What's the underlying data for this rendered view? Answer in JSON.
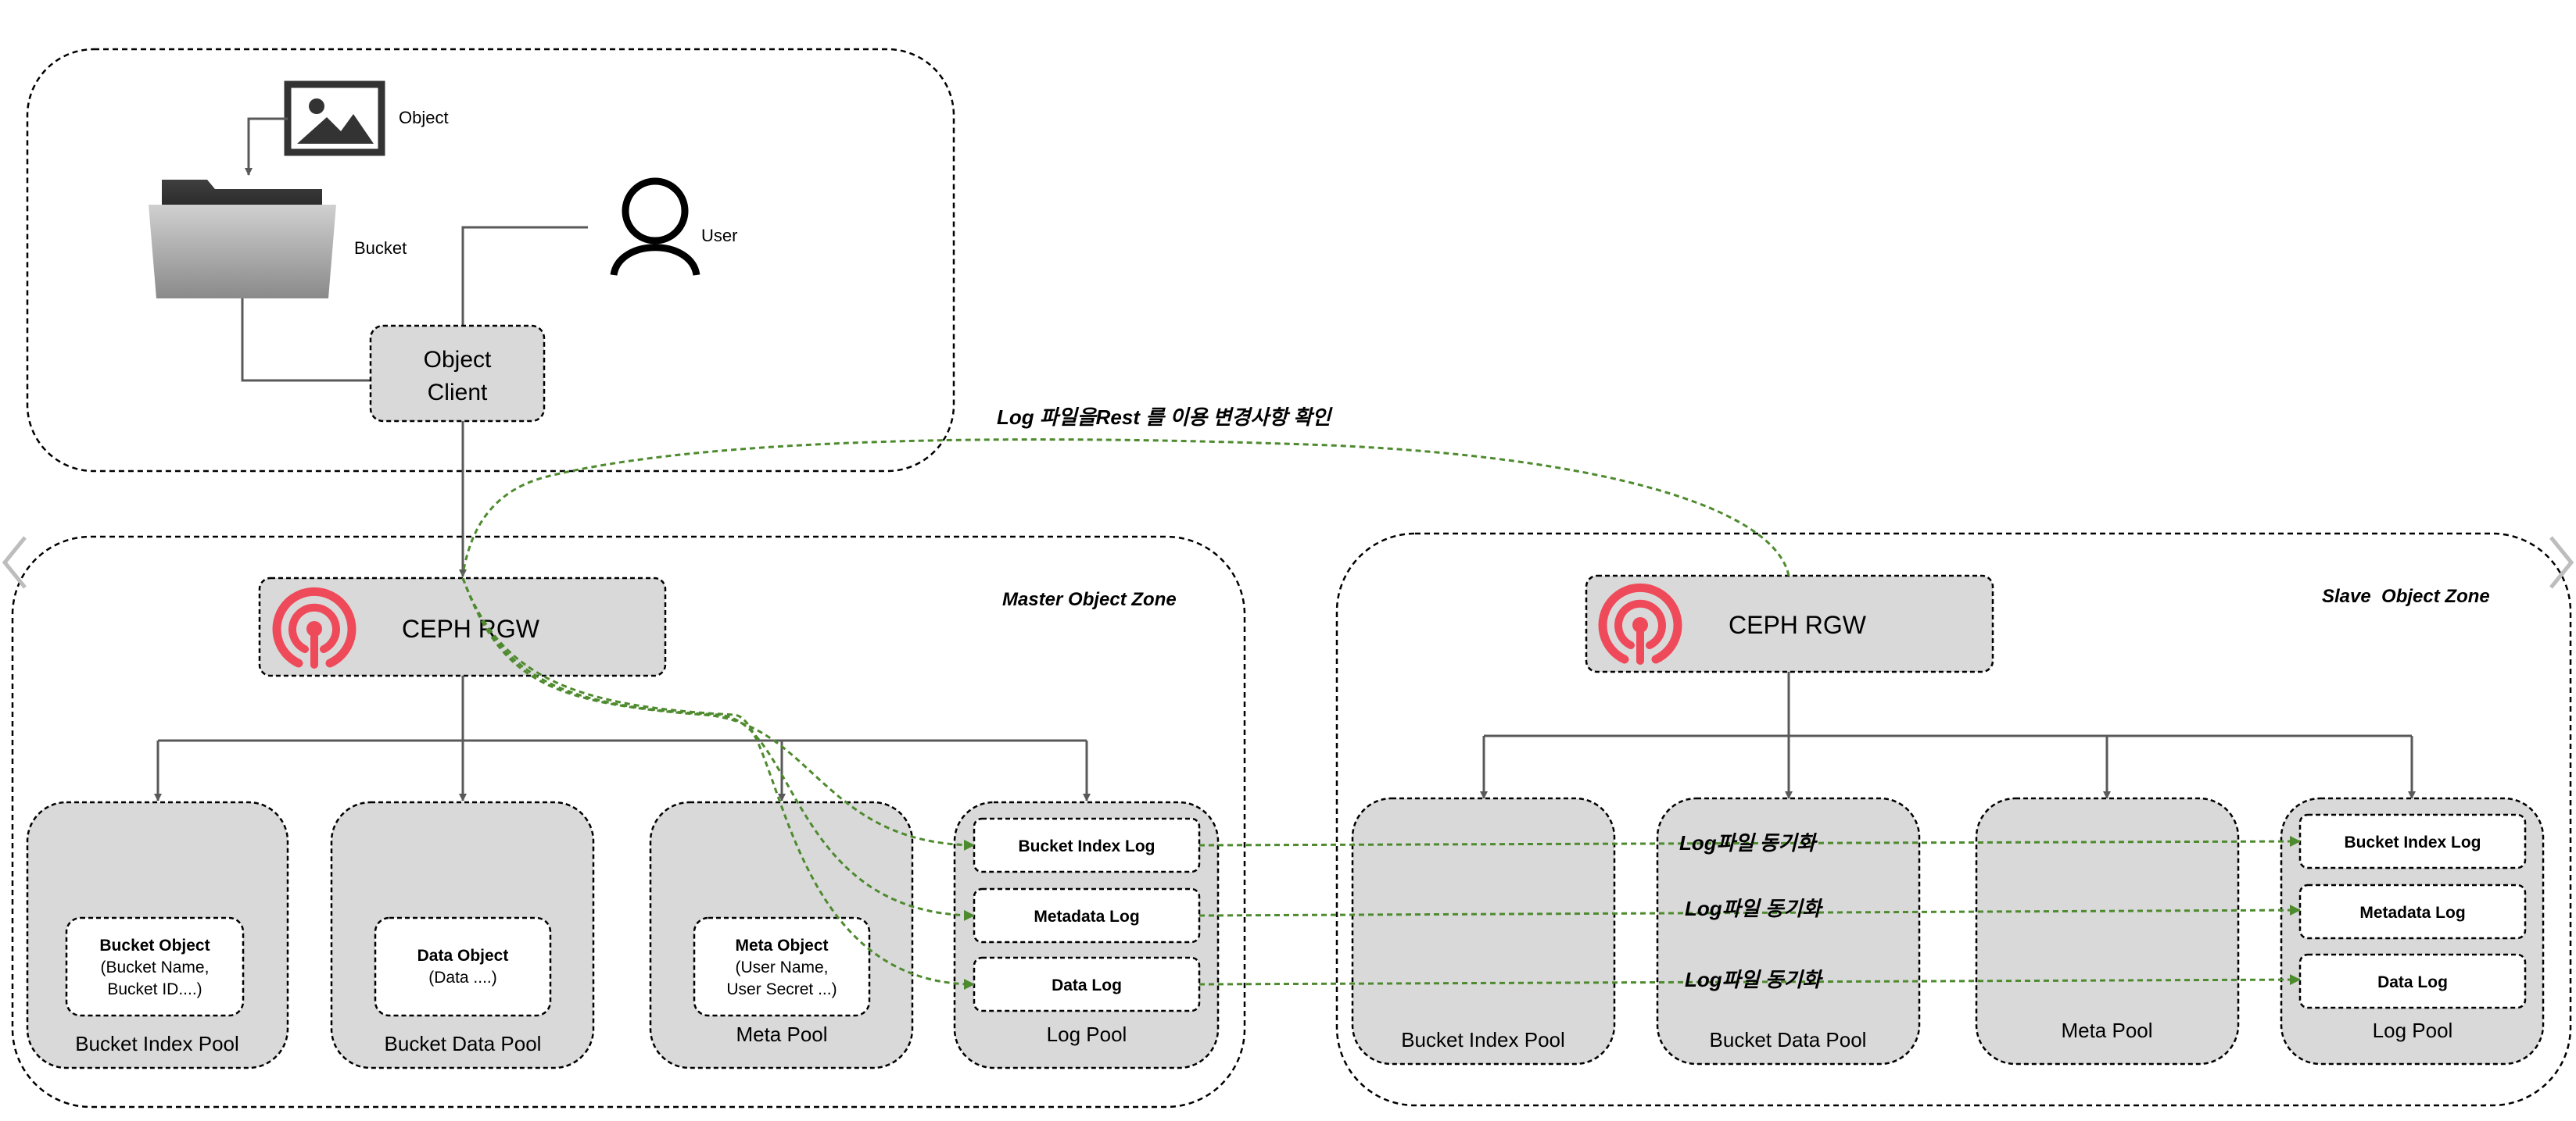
{
  "client_area": {
    "object_label": "Object",
    "bucket_label": "Bucket",
    "user_label": "User",
    "object_client_label": [
      "Object",
      "Client"
    ]
  },
  "sync_note": "Log 파일을Rest 를 이용 변경사항 확인",
  "master_zone": {
    "title": "Master Object Zone",
    "rgw_label": "CEPH RGW",
    "pools": [
      {
        "label": "Bucket Index Pool",
        "inner": [
          "Bucket Object",
          "(Bucket Name,",
          "Bucket ID....)"
        ]
      },
      {
        "label": "Bucket Data Pool",
        "inner": [
          "Data Object",
          "(Data ....)"
        ]
      },
      {
        "label": "Meta Pool",
        "inner": [
          "Meta Object",
          "(User Name,",
          "User Secret ...)"
        ]
      }
    ],
    "log_pool": {
      "label": "Log Pool",
      "logs": [
        "Bucket Index Log",
        "Metadata Log",
        "Data Log"
      ]
    }
  },
  "slave_zone": {
    "title": "Slave  Object Zone",
    "rgw_label": "CEPH RGW",
    "pools": [
      {
        "label": "Bucket Index Pool"
      },
      {
        "label": "Bucket Data Pool"
      },
      {
        "label": "Meta Pool"
      }
    ],
    "log_pool": {
      "label": "Log Pool",
      "logs": [
        "Bucket Index Log",
        "Metadata Log",
        "Data Log"
      ]
    }
  },
  "sync_labels": [
    "Log파일 동기화",
    "Log파일 동기화",
    "Log파일 동기화"
  ],
  "colors": {
    "pool_fill": "#d9d9d9",
    "sync_line": "#4e8a2e",
    "ceph_red": "#ef4a5a",
    "connector": "#595959"
  },
  "icons": {
    "object": "image-icon",
    "bucket": "folder-icon",
    "user": "user-icon",
    "rgw": "ceph-logo",
    "nav_prev": "chevron-left-icon",
    "nav_next": "chevron-right-icon"
  }
}
